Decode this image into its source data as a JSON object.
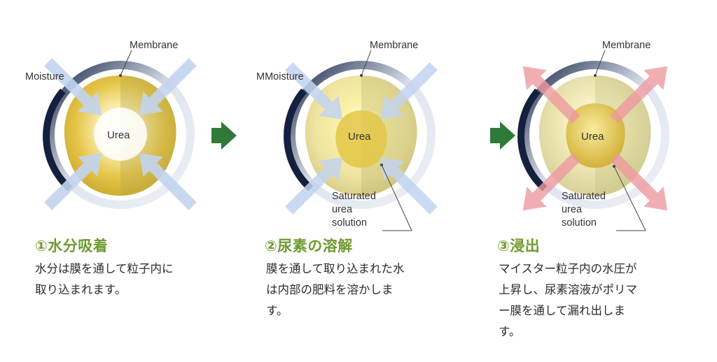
{
  "panels": [
    {
      "labels": {
        "membrane": "Membrane",
        "moisture": "Moisture",
        "urea": "Urea"
      },
      "heading": "①水分吸着",
      "desc": [
        "水分は膜を通して粒子内に",
        "取り込まれます。"
      ]
    },
    {
      "labels": {
        "membrane": "Membrane",
        "moisture": "MMoisture",
        "urea": "Urea",
        "saturated": [
          "Saturated",
          "urea",
          "solution"
        ]
      },
      "heading": "②尿素の溶解",
      "desc": [
        "膜を通して取り込まれた水",
        "は内部の肥料を溶かしま",
        "す。"
      ]
    },
    {
      "labels": {
        "membrane": "Membrane",
        "urea": "Urea",
        "saturated": [
          "Saturated",
          "urea",
          "solution"
        ]
      },
      "heading": "③浸出",
      "desc": [
        "マイスター粒子内の水圧が",
        "上昇し、尿素溶液がポリマ",
        "ー膜を通して漏れ出しま",
        "す。"
      ]
    }
  ],
  "colors": {
    "heading": "#6f9b2e",
    "step_arrow": "#2f7a3a",
    "urea_core": "#d9b73a",
    "moisture_arrow": "#b9cdee",
    "outflow_arrow": "#ee9aa0"
  }
}
